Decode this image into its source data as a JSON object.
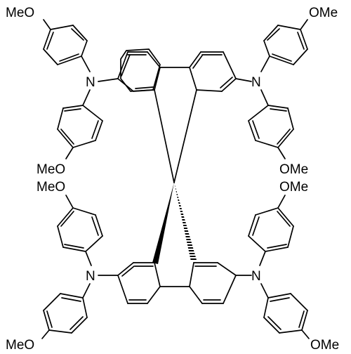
{
  "structure": {
    "spiro_center": "C",
    "nitrogen_label": "N",
    "methoxy_label": "OMe",
    "methoxy_label_reversed": "MeO",
    "substituents": [
      {
        "name": "top-left-amine",
        "nitrogen": "N",
        "methoxy_groups": [
          "MeO",
          "MeO"
        ]
      },
      {
        "name": "top-right-amine",
        "nitrogen": "N",
        "methoxy_groups": [
          "OMe",
          "OMe"
        ]
      },
      {
        "name": "bottom-left-amine",
        "nitrogen": "N",
        "methoxy_groups": [
          "MeO",
          "MeO"
        ]
      },
      {
        "name": "bottom-right-amine",
        "nitrogen": "N",
        "methoxy_groups": [
          "OMe",
          "OMe"
        ]
      }
    ]
  },
  "colors": {
    "ink": "#000000",
    "background": "#ffffff"
  }
}
